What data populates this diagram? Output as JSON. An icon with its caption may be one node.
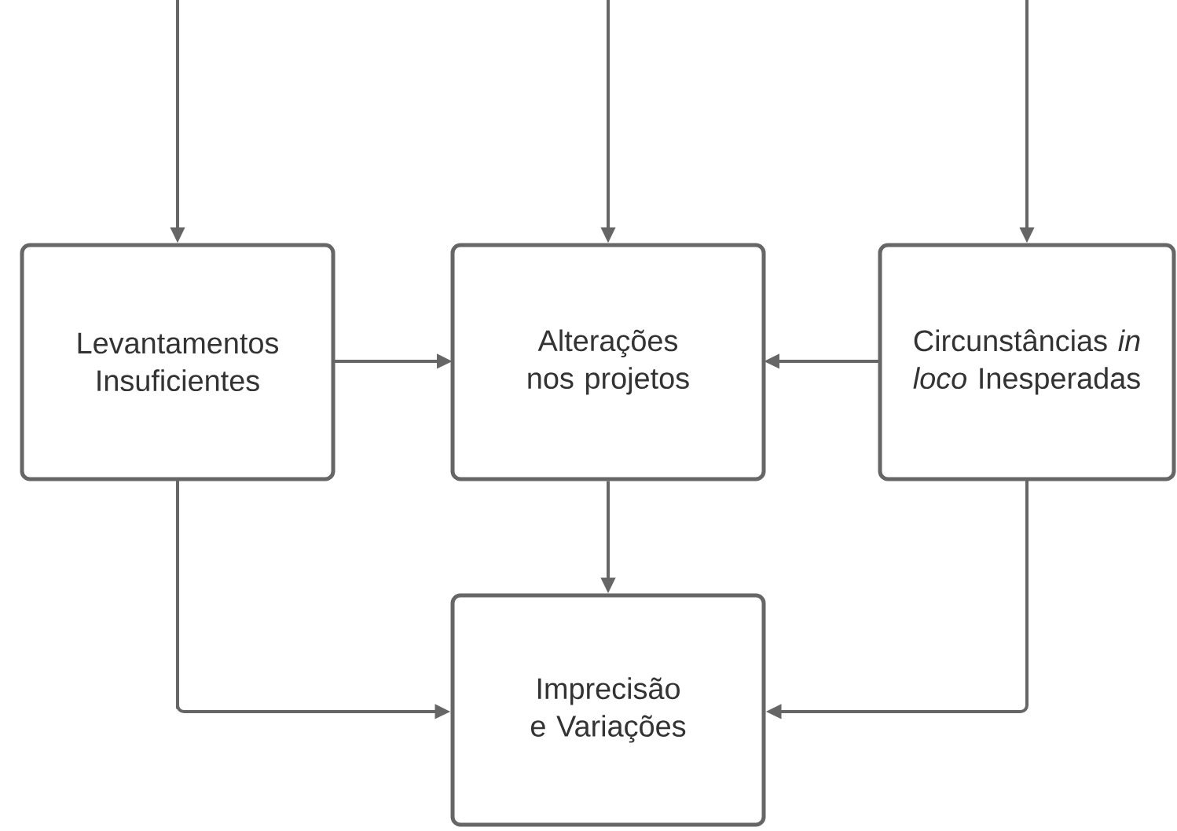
{
  "diagram": {
    "nodes": [
      {
        "text": [
          "Levantamentos Insuficientes"
        ]
      },
      {
        "text": [
          "Alterações nos projetos"
        ]
      },
      {
        "text": [
          "Circunstâncias *in loco* Inesperadas"
        ]
      },
      {
        "text": [
          "Imprecisão e Variações"
        ]
      }
    ],
    "edges": [
      {
        "from": null,
        "to": 0,
        "arrow": "to"
      },
      {
        "from": null,
        "to": 1,
        "arrow": "to"
      },
      {
        "from": null,
        "to": 2,
        "arrow": "to"
      },
      {
        "from": 0,
        "to": 1,
        "arrow": "to"
      },
      {
        "from": 2,
        "to": 1,
        "arrow": "to"
      },
      {
        "from": 1,
        "to": 3,
        "arrow": "to"
      },
      {
        "from": 0,
        "to": 3,
        "arrow": "to"
      },
      {
        "from": 2,
        "to": 3,
        "arrow": "to"
      }
    ]
  }
}
